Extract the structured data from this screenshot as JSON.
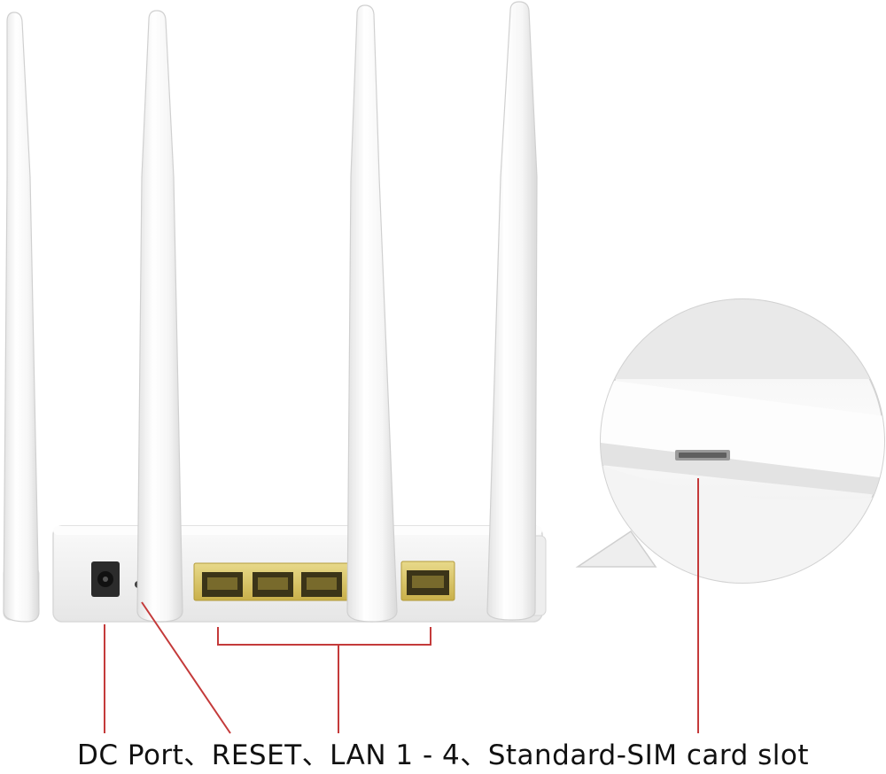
{
  "caption": "DC Port、RESET、LAN 1 - 4、Standard-SIM card slot",
  "colors": {
    "background": "#ffffff",
    "device_white": "#f3f3f3",
    "port_yellow": "#d6c25a",
    "callout_red": "#c43a3a",
    "text": "#111111"
  },
  "icons": [
    "wifi-antenna",
    "dc-power-jack",
    "reset-pinhole",
    "ethernet-port",
    "sim-card-slot"
  ]
}
